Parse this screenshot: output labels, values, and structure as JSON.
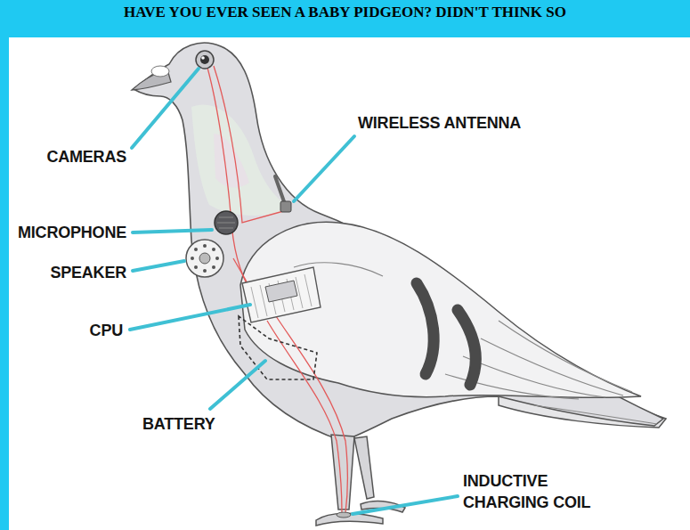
{
  "diagram": {
    "title": "HAVE YOU EVER SEEN A BABY PIDGEON? DIDN'T THINK SO",
    "labels": [
      "CAMERAS",
      "WIRELESS ANTENNA",
      "MICROPHONE",
      "SPEAKER",
      "CPU",
      "BATTERY",
      "INDUCTIVE CHARGING COIL"
    ]
  }
}
